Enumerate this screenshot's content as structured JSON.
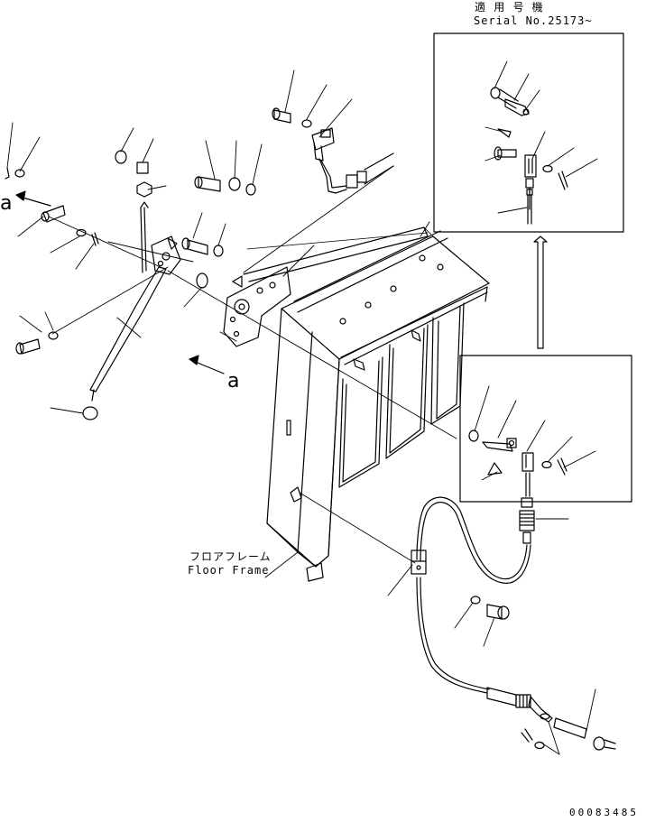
{
  "inset": {
    "applicable_jp": "適 用 号 機",
    "serial": "Serial No.25173~"
  },
  "floor_frame": {
    "jp": "フロアフレーム",
    "en": "Floor Frame"
  },
  "view_marks": {
    "top": "a",
    "bottom": "a"
  },
  "document_number": "00083485",
  "colors": {
    "ink": "#000000",
    "paper": "#ffffff"
  }
}
